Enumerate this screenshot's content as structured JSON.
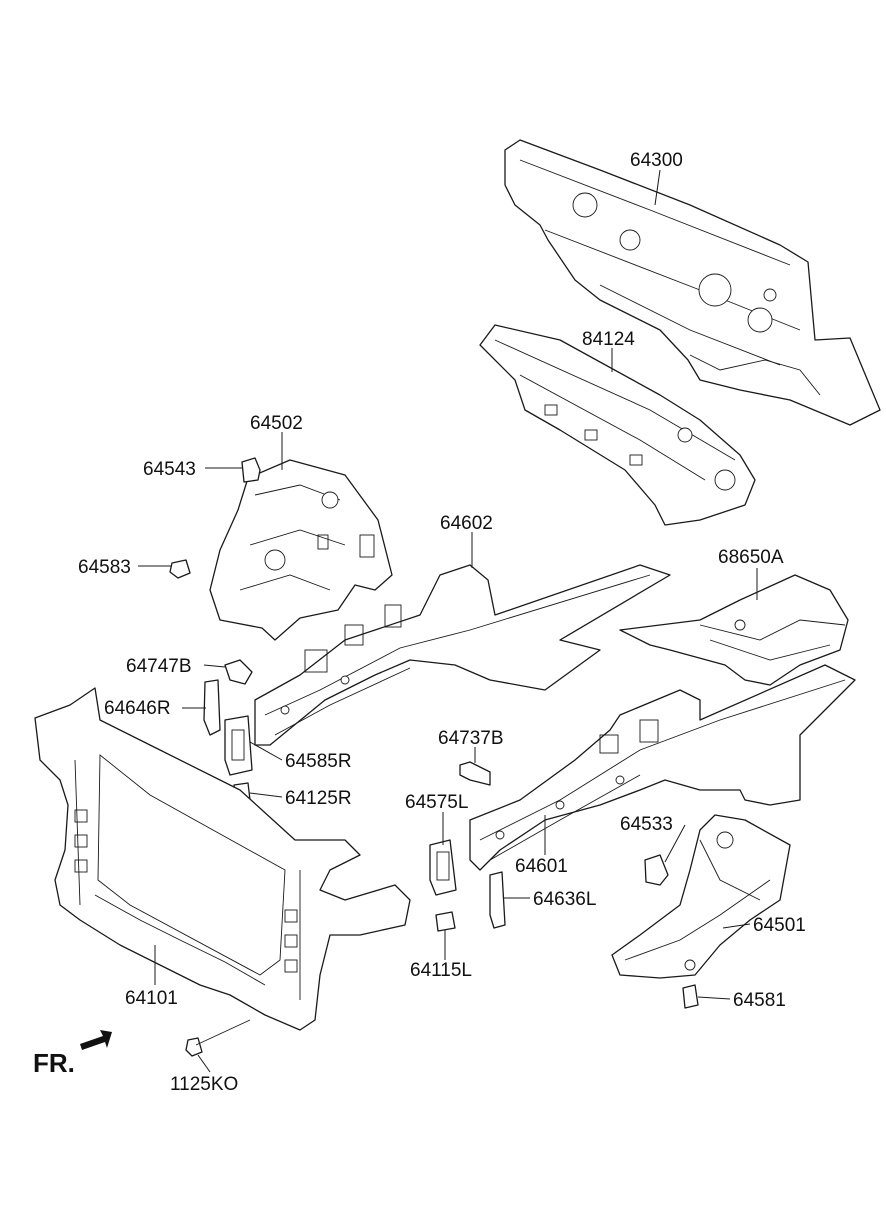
{
  "labels": {
    "p64300": "64300",
    "p84124": "84124",
    "p64502": "64502",
    "p64543": "64543",
    "p64583": "64583",
    "p64602": "64602",
    "p68650A": "68650A",
    "p64747B": "64747B",
    "p64646R": "64646R",
    "p64585R": "64585R",
    "p64125R": "64125R",
    "p64737B": "64737B",
    "p64575L": "64575L",
    "p64533": "64533",
    "p64601": "64601",
    "p64636L": "64636L",
    "p64501": "64501",
    "p64115L": "64115L",
    "p64581": "64581",
    "p64101": "64101",
    "p1125KO": "1125KO"
  },
  "direction": {
    "text": "FR."
  },
  "icons": {
    "direction_arrow": "front-arrow-icon"
  },
  "colors": {
    "line": "#1a1a1a",
    "background": "#ffffff"
  }
}
